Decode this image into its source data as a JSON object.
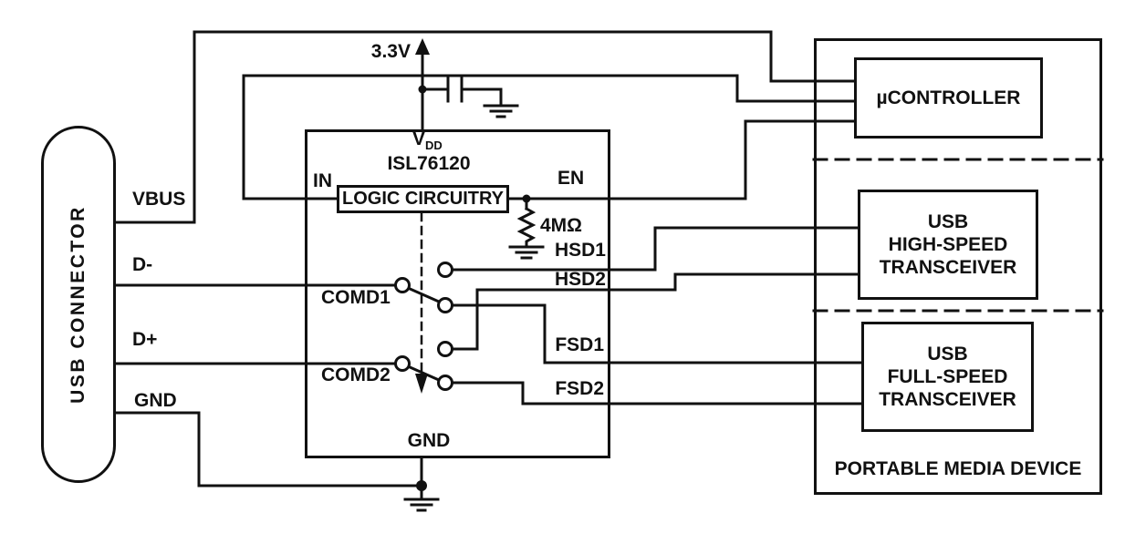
{
  "colors": {
    "line": "#111111",
    "background": "#ffffff"
  },
  "usb_connector": {
    "label": "USB CONNECTOR",
    "pins": {
      "vbus": "VBUS",
      "dminus": "D-",
      "dplus": "D+",
      "gnd": "GND"
    }
  },
  "supply": {
    "voltage": "3.3V"
  },
  "chip": {
    "part_number": "ISL76120",
    "vdd_prefix": "V",
    "vdd_sub": "DD",
    "logic_block": "LOGIC CIRCUITRY",
    "resistor_value": "4MΩ",
    "pins": {
      "in": "IN",
      "en": "EN",
      "hsd1": "HSD1",
      "hsd2": "HSD2",
      "fsd1": "FSD1",
      "fsd2": "FSD2",
      "comd1": "COMD1",
      "comd2": "COMD2",
      "gnd": "GND"
    }
  },
  "device": {
    "title": "PORTABLE MEDIA DEVICE",
    "microcontroller": "µCONTROLLER",
    "high_speed_transceiver": [
      "USB",
      "HIGH-SPEED",
      "TRANSCEIVER"
    ],
    "full_speed_transceiver": [
      "USB",
      "FULL-SPEED",
      "TRANSCEIVER"
    ]
  }
}
